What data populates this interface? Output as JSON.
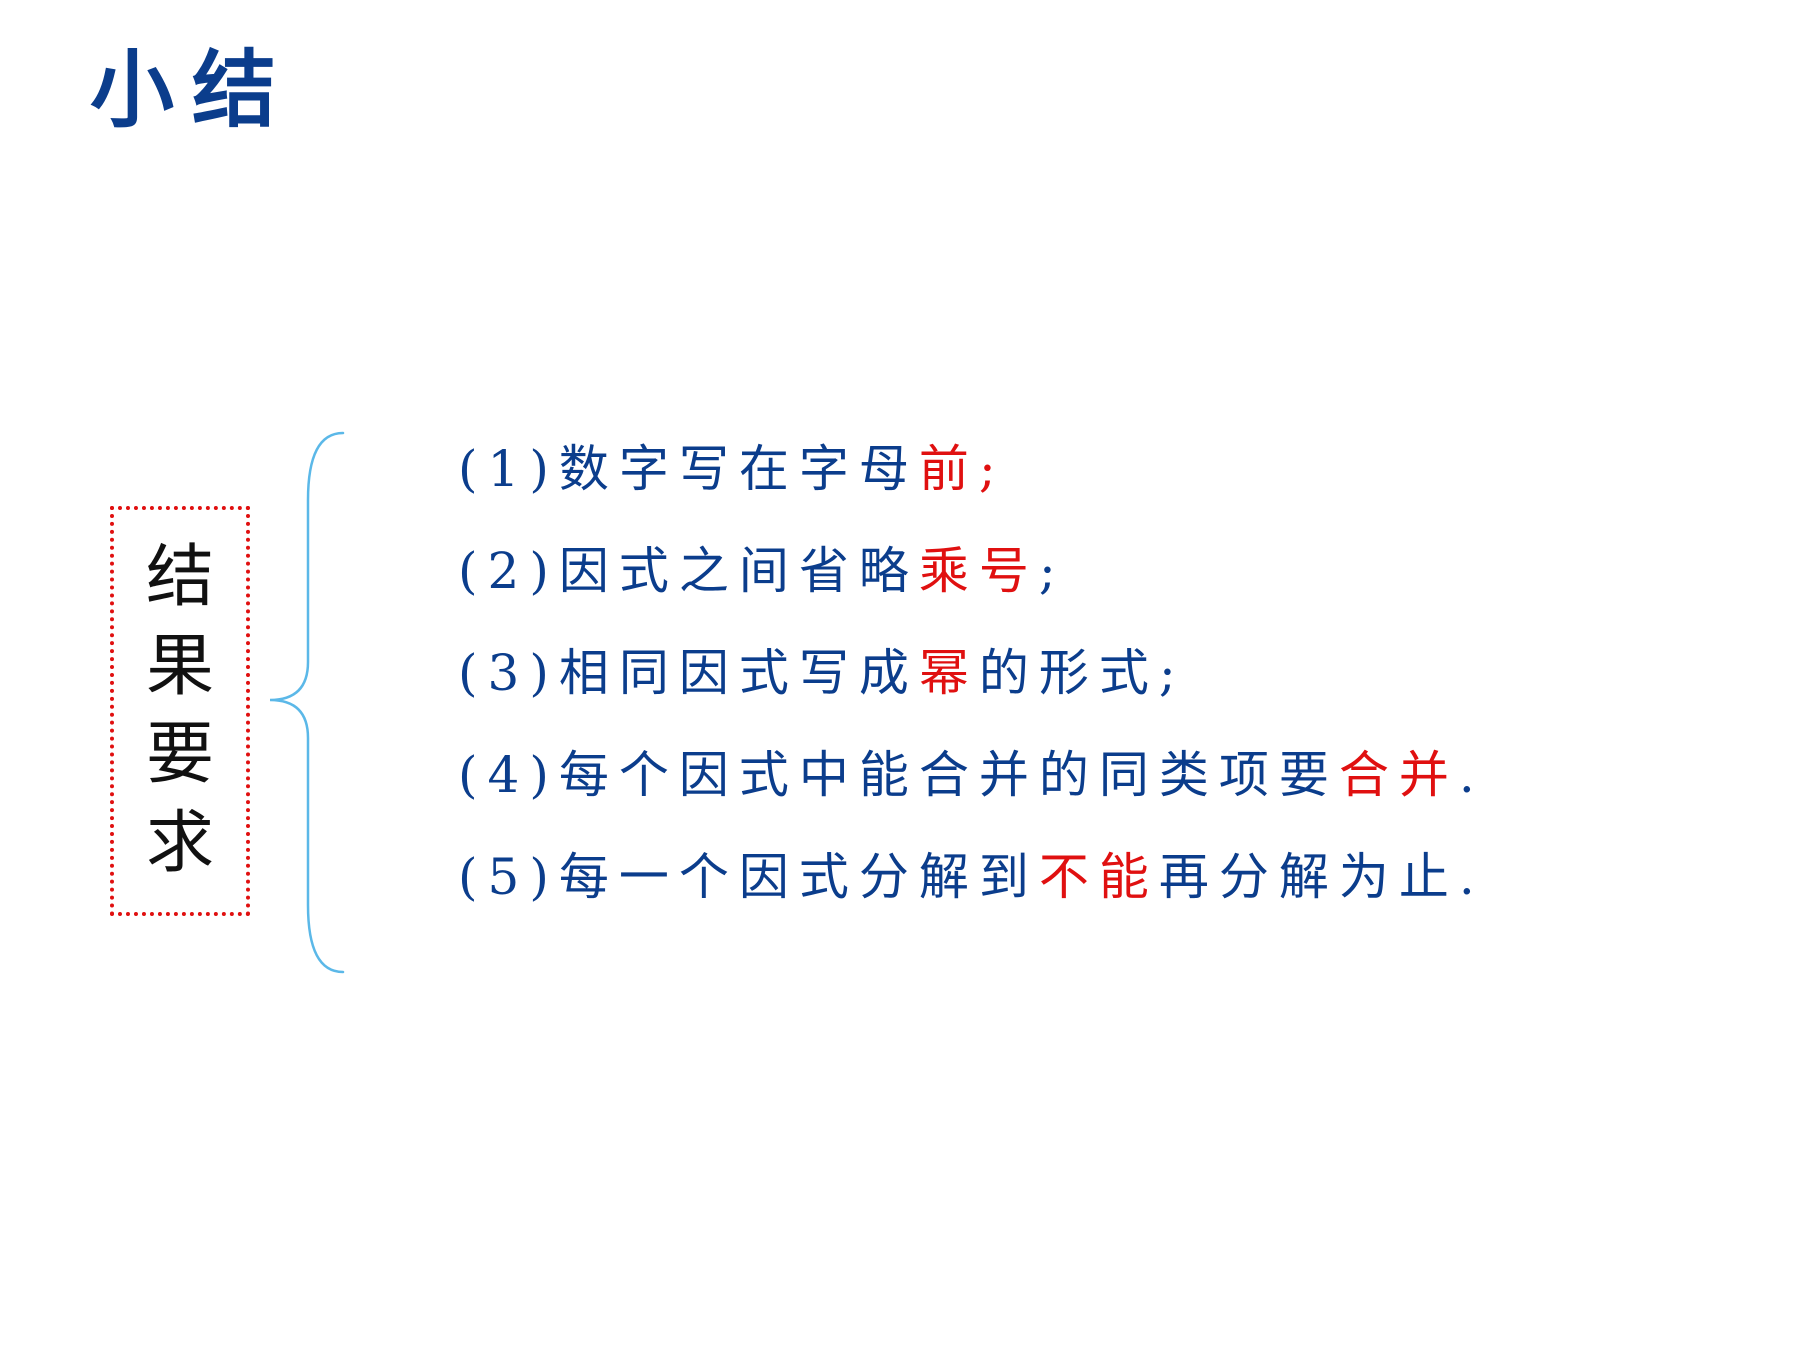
{
  "slide": {
    "title": "小结"
  },
  "label_box": {
    "chars": [
      "结",
      "果",
      "要",
      "求"
    ]
  },
  "brace_color": "#5bb8e8",
  "colors": {
    "text": "#0b3d8c",
    "highlight": "#e01010",
    "label_text": "#111111"
  },
  "items": [
    {
      "pre": "(1)数字写在字母",
      "hl": "前;",
      "post": ""
    },
    {
      "pre": "(2)因式之间省略",
      "hl": "乘号",
      "post": ";"
    },
    {
      "pre": "(3)相同因式写成",
      "hl": "幂",
      "post": "的形式;"
    },
    {
      "pre": "(4)每个因式中能合并的同类项要",
      "hl": "合并",
      "post": "."
    },
    {
      "pre": "(5)每一个因式分解到",
      "hl": "不能",
      "post": "再分解为止."
    }
  ]
}
